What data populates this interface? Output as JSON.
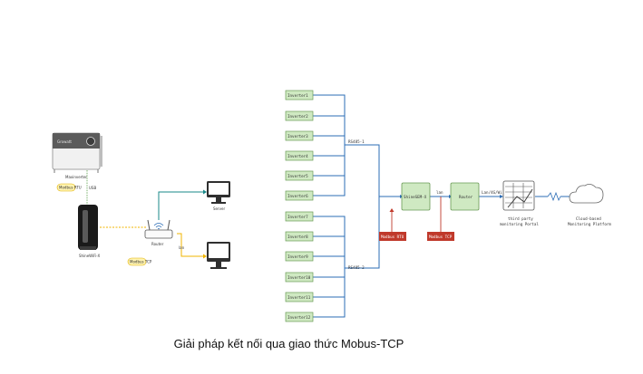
{
  "caption": "Giải pháp kết nối qua giao thức Mobus-TCP",
  "left": {
    "maxinverter_label": "Maxinverter",
    "device_brand": "Growatt",
    "stick_label": "ShineWiFi-X",
    "router_label": "Router",
    "server_label": "Server",
    "modbus_rtu_tag": "Modbus RTU",
    "modbus_tcp_tag": "Modbus TCP",
    "usb_label": "USB",
    "lan_label": "lan"
  },
  "inverters": [
    "Inverter1",
    "Inverter2",
    "Inverter3",
    "Inverter4",
    "Inverter5",
    "Inverter6",
    "Inverter7",
    "Inverter8",
    "Inverter9",
    "Inverter10",
    "Inverter11",
    "Inverter12"
  ],
  "right": {
    "rs485_1": "RS485-1",
    "rs485_2": "RS485-2",
    "shinesem": "ShineSEM-X",
    "router": "Router",
    "modbus_rtu": "Modbus RTU",
    "modbus_tcp": "Modbus TCP",
    "lan_small": "lan",
    "lan_ui": "Lan/4G/Wi",
    "portal_line1": "third party",
    "portal_line2": "monitoring Portal",
    "cloud_line1": "Cloud-based",
    "cloud_line2": "Monitoring Platform"
  },
  "colors": {
    "inv_fill": "#cfe9c2",
    "inv_stroke": "#6a9a55",
    "wire_blue": "#2b6cb5",
    "wire_green": "#5aa04a",
    "wire_yellow": "#f0b400",
    "wire_teal": "#1a8a8a",
    "tag_red": "#c0392b",
    "tag_yellow": "#fff3b0"
  }
}
